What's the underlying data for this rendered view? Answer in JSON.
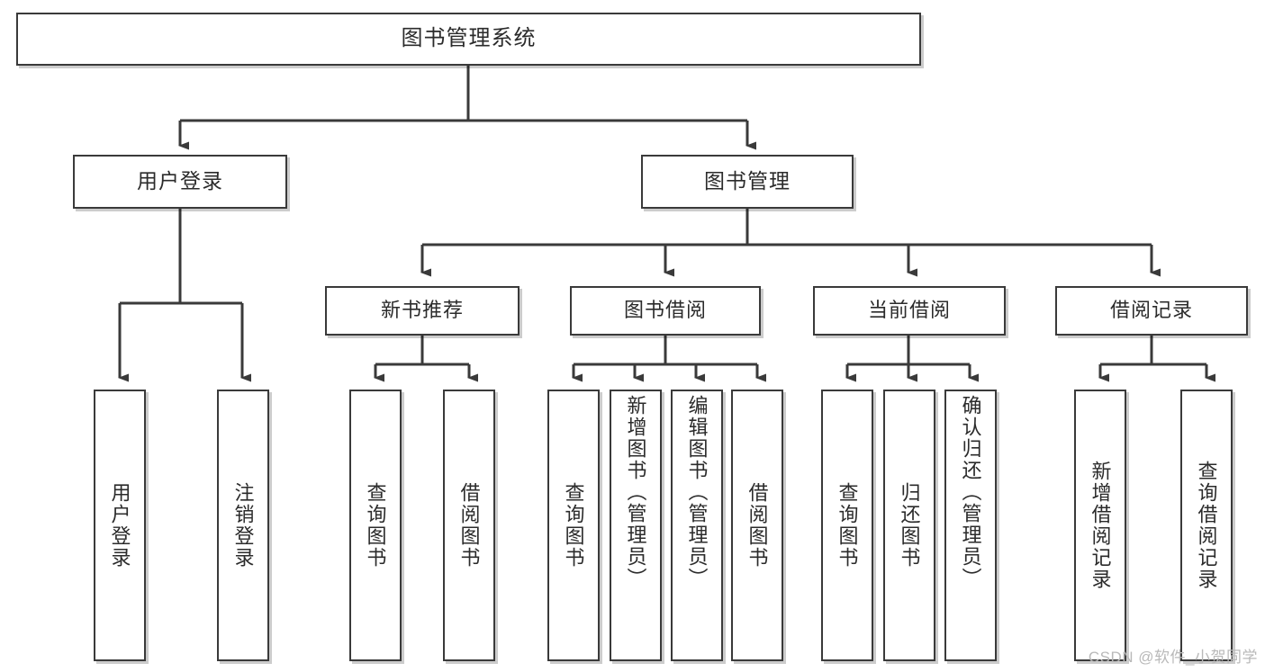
{
  "diagram": {
    "type": "tree-hierarchy",
    "title": "图书管理系统",
    "orientation": "top-down",
    "watermark": "CSDN @软件_小贺同学",
    "colors": {
      "border": "#3a3a3a",
      "text": "#2b2b2b",
      "background": "#ffffff",
      "connector": "#3a3a3a",
      "watermark": "#b9b9b9"
    },
    "nodes": {
      "root": {
        "label": "图书管理系统"
      },
      "level1": [
        {
          "label": "用户登录"
        },
        {
          "label": "图书管理"
        }
      ],
      "level2": [
        {
          "label": "新书推荐"
        },
        {
          "label": "图书借阅"
        },
        {
          "label": "当前借阅"
        },
        {
          "label": "借阅记录"
        }
      ],
      "leaves": {
        "user_login": [
          {
            "label": "用户登录"
          },
          {
            "label": "注销登录"
          }
        ],
        "new_book_recommend": [
          {
            "label": "查询图书"
          },
          {
            "label": "借阅图书"
          }
        ],
        "book_borrow": [
          {
            "label": "查询图书"
          },
          {
            "label": "新增图书（管理员）"
          },
          {
            "label": "编辑图书（管理员）"
          },
          {
            "label": "借阅图书"
          }
        ],
        "current_borrow": [
          {
            "label": "查询图书"
          },
          {
            "label": "归还图书"
          },
          {
            "label": "确认归还（管理员）"
          }
        ],
        "borrow_record": [
          {
            "label": "新增借阅记录"
          },
          {
            "label": "查询借阅记录"
          }
        ]
      }
    }
  }
}
